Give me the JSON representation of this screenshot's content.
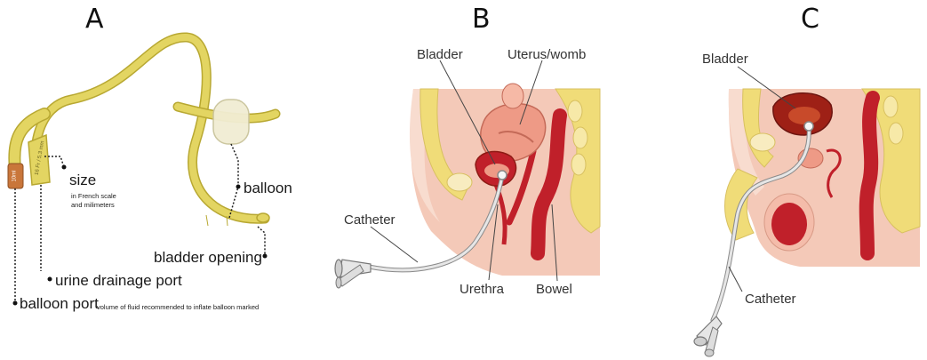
{
  "panels": {
    "a": {
      "letter": "A",
      "labels": {
        "size": "size",
        "size_note_1": "in French scale",
        "size_note_2": "and milimeters",
        "balloon": "balloon",
        "bladder_opening": "bladder opening",
        "urine_drainage_port": "urine drainage port",
        "balloon_port": "balloon port",
        "balloon_port_note": "volume of fluid recommended to inflate balloon marked"
      },
      "port_marking": "10ml",
      "tube_marking": "16 Fr / 5.3 mm"
    },
    "b": {
      "letter": "B",
      "labels": {
        "bladder": "Bladder",
        "uterus": "Uterus/womb",
        "catheter": "Catheter",
        "urethra": "Urethra",
        "bowel": "Bowel"
      }
    },
    "c": {
      "letter": "C",
      "labels": {
        "bladder": "Bladder",
        "catheter": "Catheter"
      }
    }
  },
  "colors": {
    "catheter_yellow": "#e3d562",
    "catheter_outline": "#b8a832",
    "port_orange": "#c9763a",
    "skin": "#f4c9b8",
    "skin_light": "#f8dccf",
    "bone_yellow": "#f0dc78",
    "organ_red": "#c0202a",
    "bladder_dark": "#9e2016",
    "uterus_pink": "#ee9a86",
    "tube_grey": "#d8d8d8"
  }
}
